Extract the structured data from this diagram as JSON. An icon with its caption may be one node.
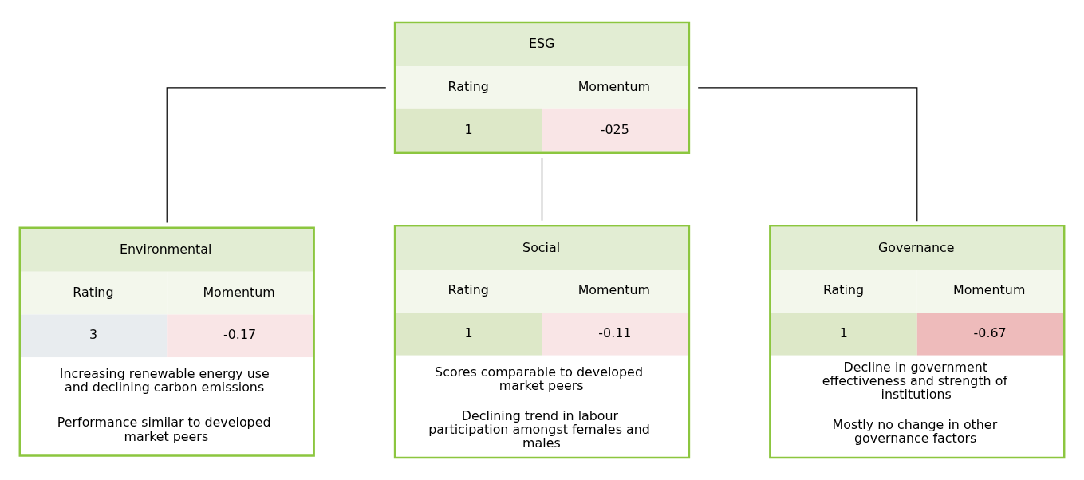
{
  "diagram": {
    "nodes": [
      {
        "text": [
          "ESG",
          "Rating",
          "Momentum",
          "1",
          "-025"
        ]
      },
      {
        "text": [
          "Environmental",
          "Rating",
          "Momentum",
          "3",
          "-0.17",
          "Increasing renewable energy use and declining carbon emissions",
          "Performance similar to developed market peers"
        ]
      },
      {
        "text": [
          "Social",
          "Rating",
          "Momentum",
          "1",
          "-0.11",
          "Scores comparable to developed market peers",
          "Declining trend in labour participation amongst females and males"
        ]
      },
      {
        "text": [
          "Governance",
          "Rating",
          "Momentum",
          "1",
          "-0.67",
          "Decline in government effectiveness and strength of institutions",
          "Mostly no change in other governance factors"
        ]
      }
    ],
    "edges": [
      {
        "from": 0,
        "to": 1,
        "arrow": "none"
      },
      {
        "from": 0,
        "to": 2,
        "arrow": "none"
      },
      {
        "from": 0,
        "to": 3,
        "arrow": "none"
      }
    ]
  }
}
